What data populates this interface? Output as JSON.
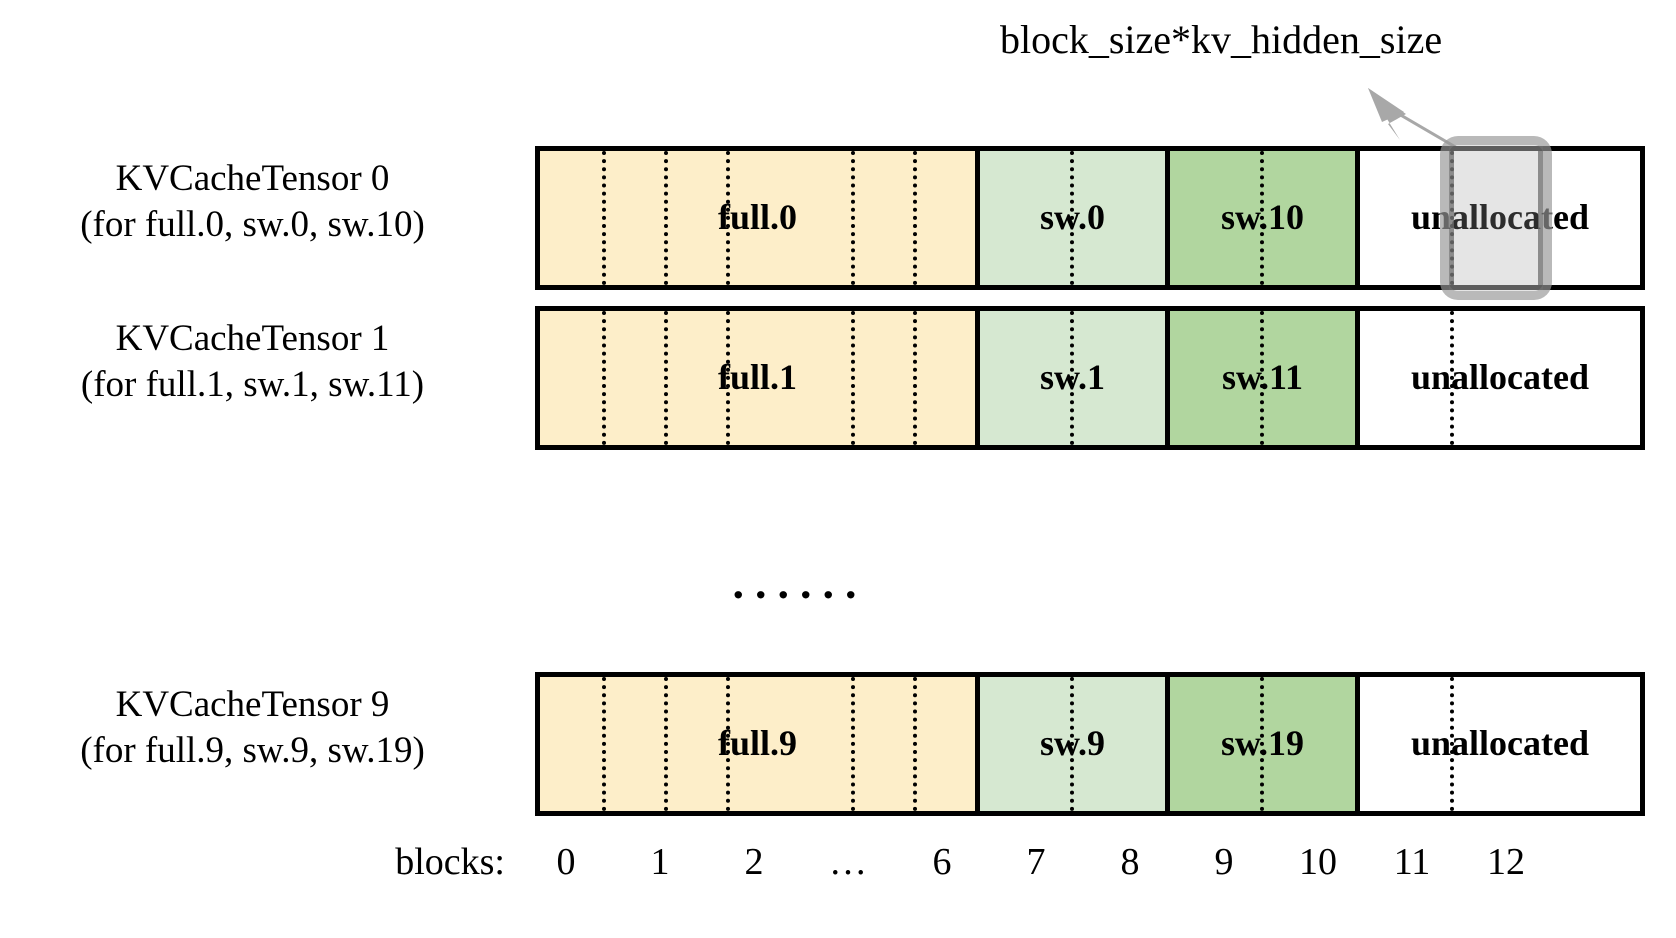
{
  "annotation": {
    "label": "block_size*kv_hidden_size",
    "arrow_icon": "arrow-up-right-icon",
    "highlight_target": "block 11 of KVCacheTensor 0"
  },
  "rows": [
    {
      "id": "kvcachetensor-0",
      "label_line1": "KVCacheTensor 0",
      "label_line2": "(for full.0, sw.0, sw.10)",
      "segments": [
        {
          "name": "full",
          "text": "full.0",
          "color": "#fdeec9",
          "blocks": 7
        },
        {
          "name": "sw-a",
          "text": "sw.0",
          "color": "#d6e8d1",
          "blocks": 2
        },
        {
          "name": "sw-b",
          "text": "sw.10",
          "color": "#b1d69f",
          "blocks": 2
        },
        {
          "name": "unallocated",
          "text": "unallocated",
          "color": "#ffffff",
          "blocks": 2
        }
      ]
    },
    {
      "id": "kvcachetensor-1",
      "label_line1": "KVCacheTensor 1",
      "label_line2": "(for full.1, sw.1, sw.11)",
      "segments": [
        {
          "name": "full",
          "text": "full.1",
          "color": "#fdeec9",
          "blocks": 7
        },
        {
          "name": "sw-a",
          "text": "sw.1",
          "color": "#d6e8d1",
          "blocks": 2
        },
        {
          "name": "sw-b",
          "text": "sw.11",
          "color": "#b1d69f",
          "blocks": 2
        },
        {
          "name": "unallocated",
          "text": "unallocated",
          "color": "#ffffff",
          "blocks": 2
        }
      ]
    },
    {
      "id": "kvcachetensor-9",
      "label_line1": "KVCacheTensor 9",
      "label_line2": "(for full.9, sw.9, sw.19)",
      "segments": [
        {
          "name": "full",
          "text": "full.9",
          "color": "#fdeec9",
          "blocks": 7
        },
        {
          "name": "sw-a",
          "text": "sw.9",
          "color": "#d6e8d1",
          "blocks": 2
        },
        {
          "name": "sw-b",
          "text": "sw.19",
          "color": "#b1d69f",
          "blocks": 2
        },
        {
          "name": "unallocated",
          "text": "unallocated",
          "color": "#ffffff",
          "blocks": 2
        }
      ]
    }
  ],
  "ellipsis": "......",
  "axis": {
    "caption": "blocks:",
    "ticks": [
      "0",
      "1",
      "2",
      "…",
      "6",
      "7",
      "8",
      "9",
      "10",
      "11",
      "12"
    ]
  },
  "colors": {
    "full_attention": "#fdeec9",
    "sliding_window_a": "#d6e8d1",
    "sliding_window_b": "#b1d69f",
    "unallocated": "#ffffff",
    "outline": "#000000",
    "highlight": "#9b9b9b"
  }
}
